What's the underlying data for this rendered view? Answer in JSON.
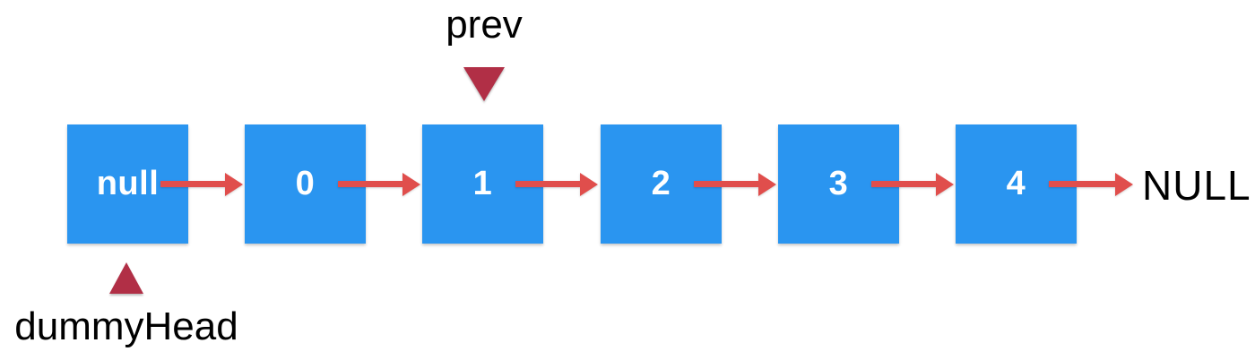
{
  "colors": {
    "node_fill": "#2A95F0",
    "node_text": "#FFFFFF",
    "arrow": "#E04E4C",
    "pointer_triangle": "#B12F46",
    "label_text": "#000000"
  },
  "list": {
    "nodes": [
      {
        "label": "null"
      },
      {
        "label": "0"
      },
      {
        "label": "1"
      },
      {
        "label": "2"
      },
      {
        "label": "3"
      },
      {
        "label": "4"
      }
    ],
    "terminator": "NULL"
  },
  "pointers": {
    "prev": {
      "label": "prev",
      "direction": "down",
      "target_node_label": "1"
    },
    "dummy_head": {
      "label": "dummyHead",
      "direction": "up",
      "target_node_label": "null"
    }
  }
}
